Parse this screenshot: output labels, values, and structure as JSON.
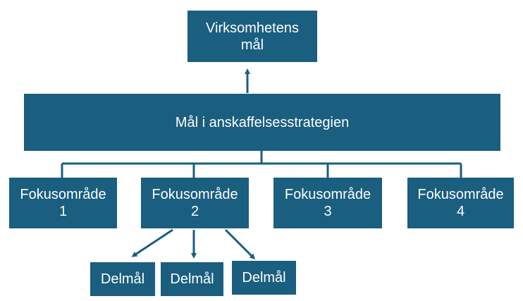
{
  "top_goal": {
    "line1": "Virksomhetens",
    "line2": "mål"
  },
  "strategy_goal": "Mål i anskaffelsesstrategien",
  "focus_areas": [
    {
      "line1": "Fokusområde",
      "line2": "1"
    },
    {
      "line1": "Fokusområde",
      "line2": "2"
    },
    {
      "line1": "Fokusområde",
      "line2": "3"
    },
    {
      "line1": "Fokusområde",
      "line2": "4"
    }
  ],
  "sub_goals": [
    "Delmål",
    "Delmål",
    "Delmål"
  ],
  "colors": {
    "box": "#1a5e80",
    "text": "#ffffff"
  }
}
